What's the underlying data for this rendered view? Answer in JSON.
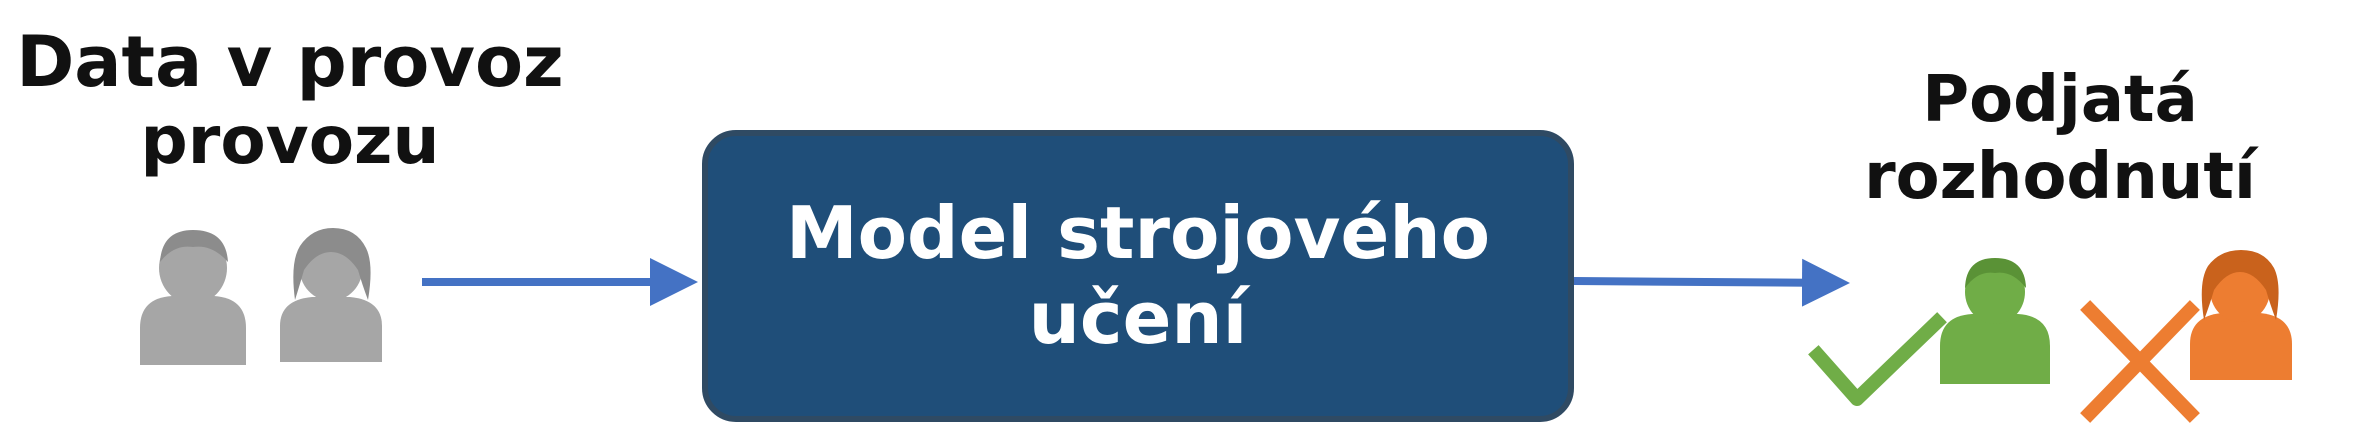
{
  "input": {
    "title_line1": "Data v provoz",
    "title_line2": "provozu",
    "person_color": "#a6a6a6"
  },
  "model": {
    "label_line1": "Model strojového",
    "label_line2": "učení",
    "fill_color": "#1f4e79",
    "text_color": "#ffffff"
  },
  "output": {
    "title_line1": "Podjatá",
    "title_line2": "rozhodnutí",
    "accepted_color": "#70ad47",
    "rejected_color": "#ed7d31"
  },
  "arrow_color": "#4472c4",
  "icons": [
    "male-person-icon",
    "female-person-icon",
    "checkmark-icon",
    "cross-icon"
  ]
}
